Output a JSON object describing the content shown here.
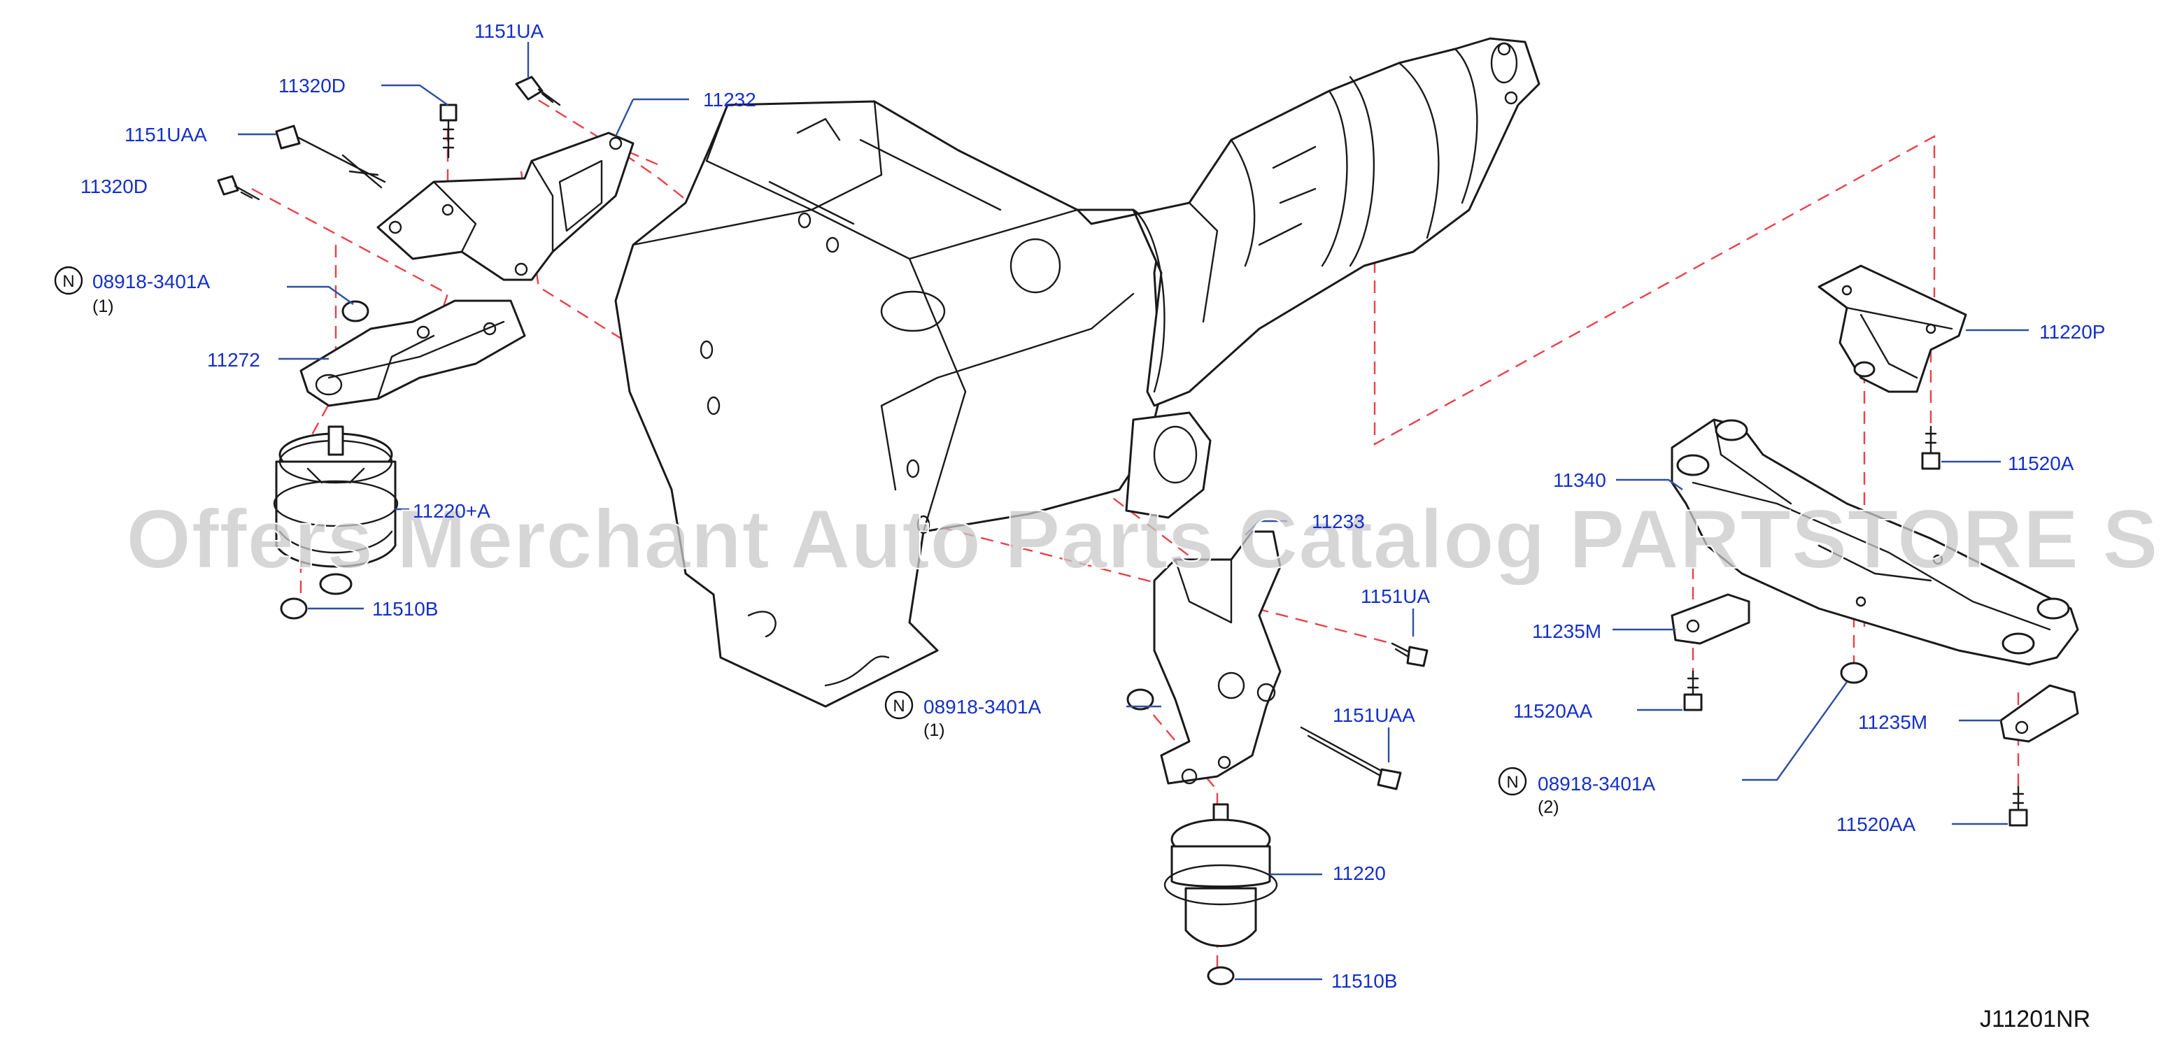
{
  "watermark": "Offers Merchant Auto Parts Catalog PARTSTORE SA",
  "diagram_code": "J11201NR",
  "colors": {
    "label": "#1530c8",
    "leader": "#2e4fa0",
    "dashed": "#e8424a",
    "drawing": "#1a1a1a"
  },
  "note_symbol": "N",
  "labels": {
    "l1151ua_top": "1151UA",
    "l11320d_top": "11320D",
    "l11232": "11232",
    "l1151uaa_top": "1151UAA",
    "l11320d_mid": "11320D",
    "n08918_left": "08918-3401A",
    "n08918_left_qty": "(1)",
    "l11272": "11272",
    "l11220a": "11220+A",
    "l11510b_left": "11510B",
    "l11233": "11233",
    "l1151ua_right": "1151UA",
    "n08918_center": "08918-3401A",
    "n08918_center_qty": "(1)",
    "l1151uaa_right": "1151UAA",
    "l11220": "11220",
    "l11510b_bottom": "11510B",
    "l11220p": "11220P",
    "l11520a": "11520A",
    "l11340": "11340",
    "l11235m_left": "11235M",
    "l11520aa_left": "11520AA",
    "l11235m_right": "11235M",
    "n08918_right": "08918-3401A",
    "n08918_right_qty": "(2)",
    "l11520aa_right": "11520AA"
  }
}
